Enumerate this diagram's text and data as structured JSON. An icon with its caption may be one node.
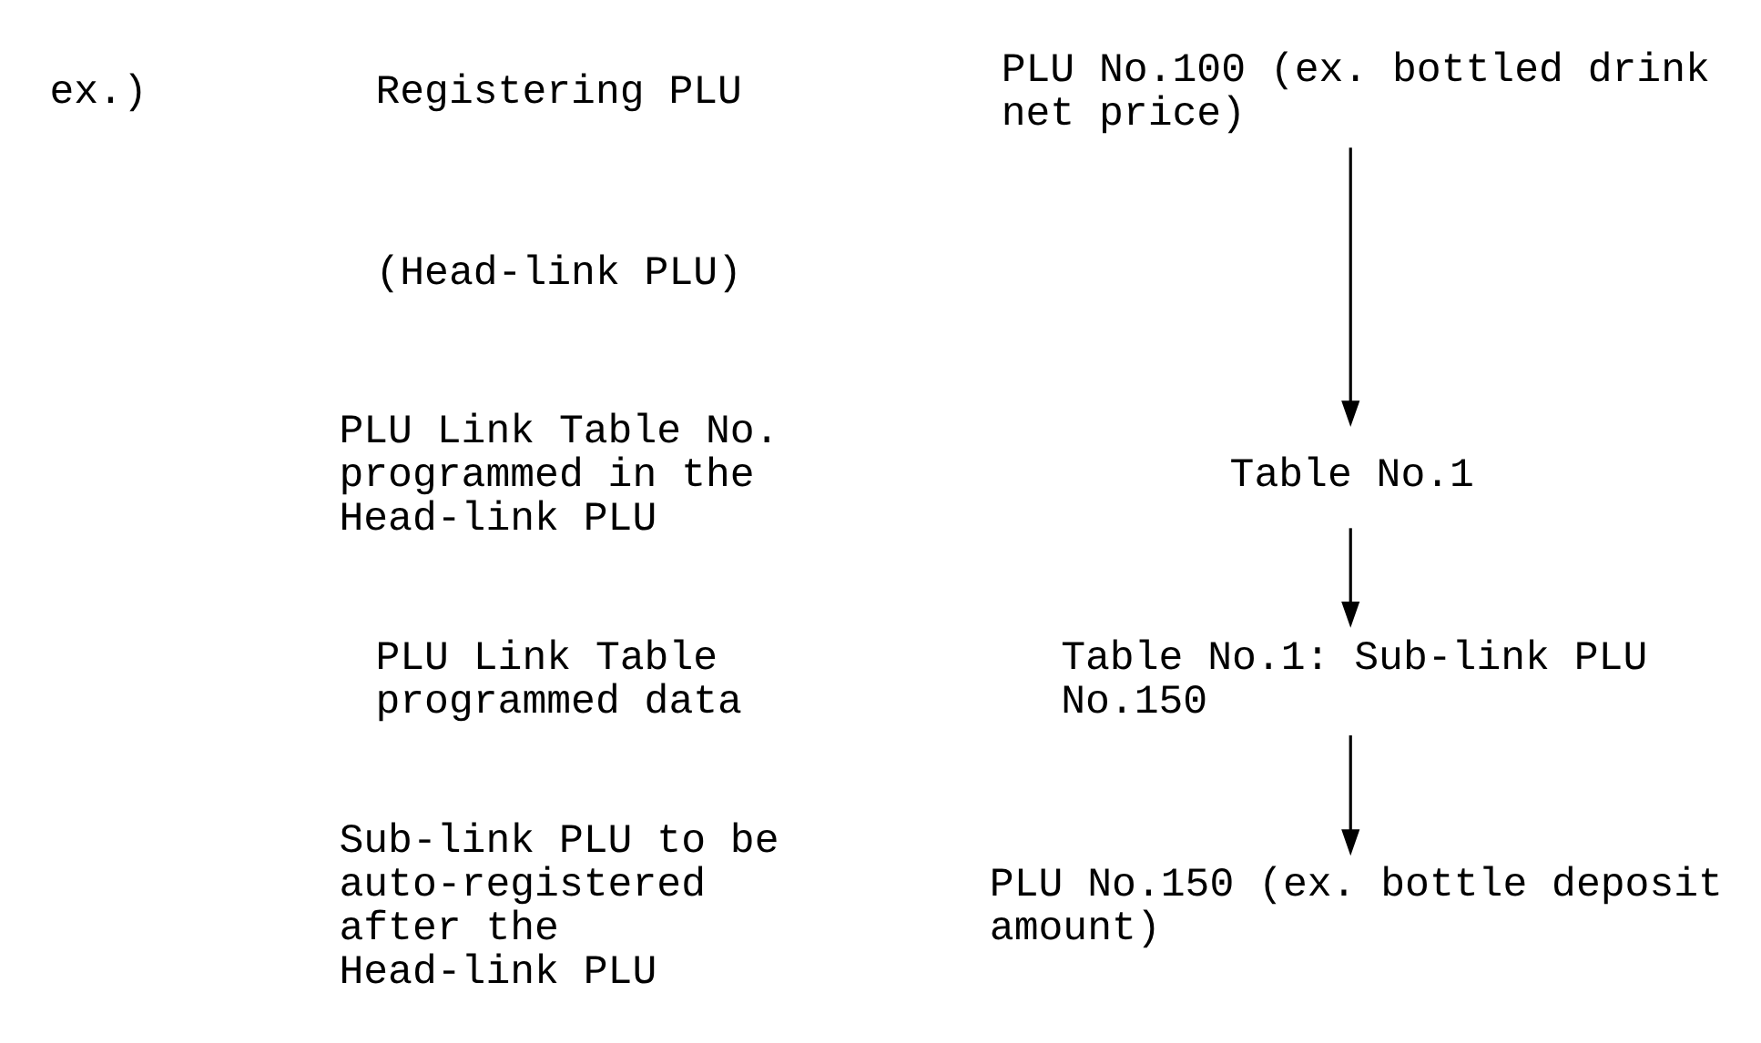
{
  "diagram": {
    "nodes": [
      {
        "text": [
          "PLU No.100 (ex. bottled drink net price)"
        ]
      },
      {
        "text": [
          "Table No.1"
        ]
      },
      {
        "text": [
          "Table No.1: Sub-link PLU No.150"
        ]
      },
      {
        "text": [
          "PLU No.150 (ex. bottle deposit amount)"
        ]
      }
    ],
    "edges": [
      {
        "from": 0,
        "to": 1,
        "arrow": "to"
      },
      {
        "from": 1,
        "to": 2,
        "arrow": "to"
      },
      {
        "from": 2,
        "to": 3,
        "arrow": "to"
      }
    ],
    "labels": [
      "ex.)",
      "Registering PLU",
      "(Head-link PLU)",
      "PLU Link Table No. programmed in the Head-link PLU",
      "PLU Link Table programmed data",
      "Sub-link PLU to be auto-registered after the Head-link PLU"
    ]
  }
}
